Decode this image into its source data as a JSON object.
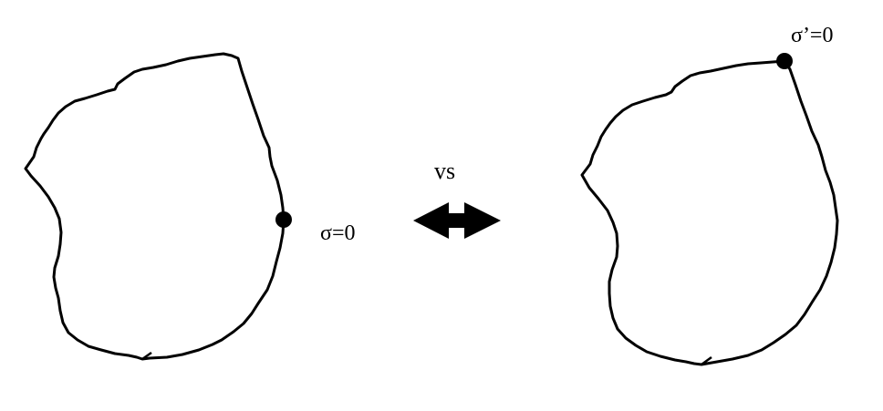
{
  "diagram": {
    "left_label": "σ=0",
    "middle_label": "vs",
    "right_label": "σ’=0"
  },
  "colors": {
    "ink": "#000000",
    "background": "#ffffff"
  },
  "icons": {
    "comparison_arrow": "double-headed-arrow-icon"
  }
}
